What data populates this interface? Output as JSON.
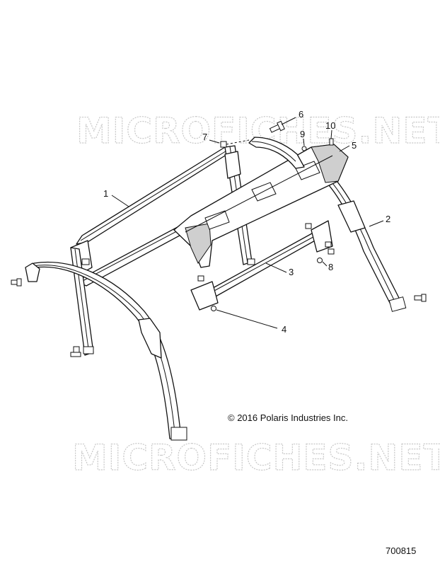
{
  "watermarks": [
    "MICROFICHES.NET",
    "MICROFICHES.NET"
  ],
  "callouts": [
    {
      "id": "1",
      "label": "1"
    },
    {
      "id": "2",
      "label": "2"
    },
    {
      "id": "3",
      "label": "3"
    },
    {
      "id": "4",
      "label": "4"
    },
    {
      "id": "5",
      "label": "5"
    },
    {
      "id": "6",
      "label": "6"
    },
    {
      "id": "7",
      "label": "7"
    },
    {
      "id": "8",
      "label": "8"
    },
    {
      "id": "9",
      "label": "9"
    },
    {
      "id": "10",
      "label": "10"
    }
  ],
  "copyright": "© 2016 Polaris Industries Inc.",
  "diagram_number": "700815"
}
